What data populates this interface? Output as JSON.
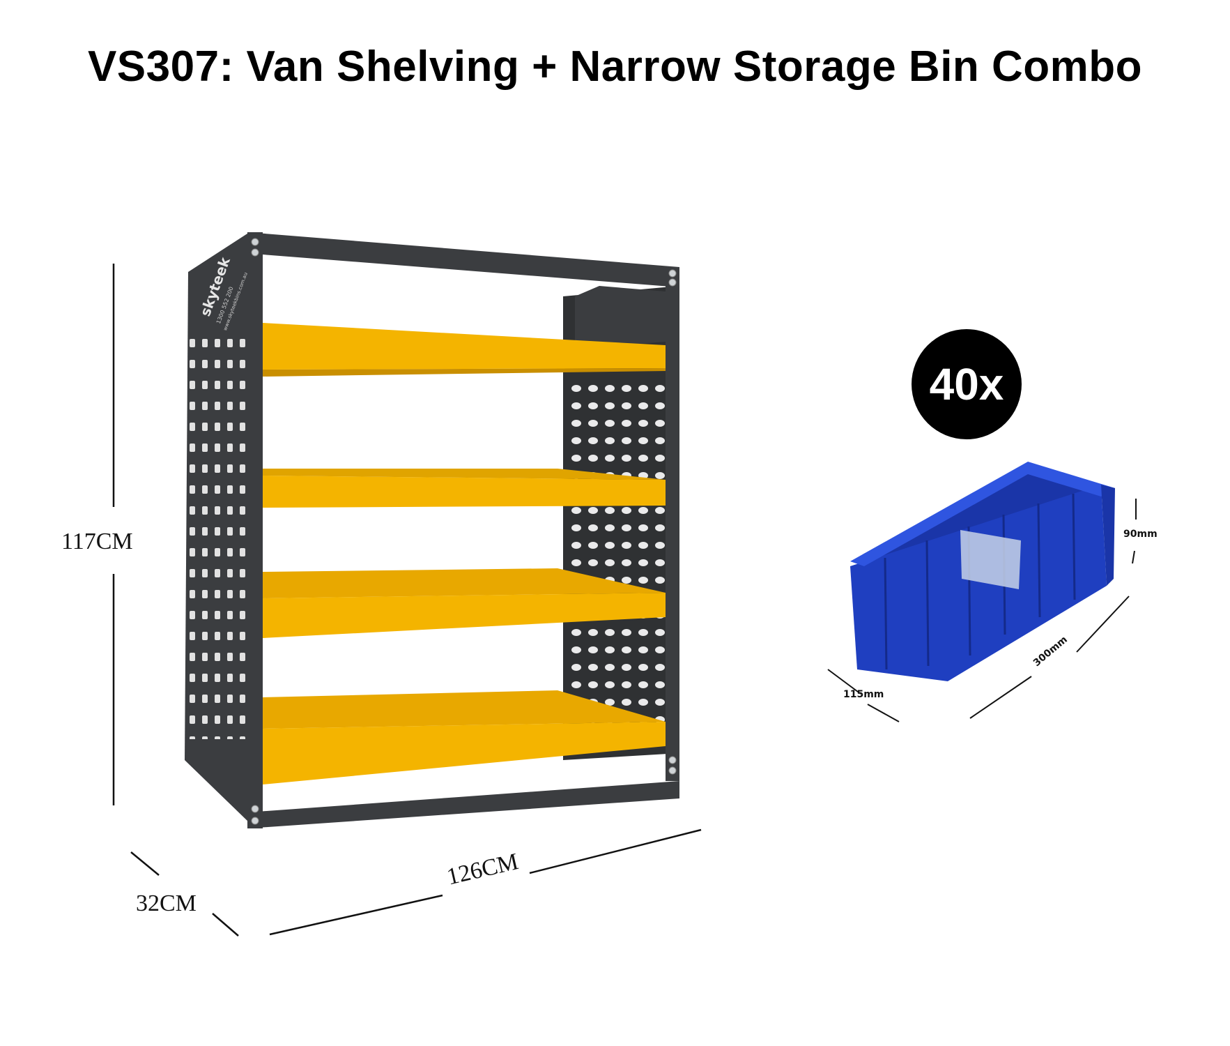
{
  "title": "VS307: Van Shelving + Narrow Storage Bin Combo",
  "shelving": {
    "brand": "skyteek",
    "brand_phone": "1300 552 200",
    "brand_url": "www.skyteekbins.com.au",
    "colors": {
      "frame": "#3b3d40",
      "shelf": "#f4b400",
      "panel": "#2f3133"
    },
    "dimensions": {
      "height": "117CM",
      "depth": "32CM",
      "width": "126CM"
    }
  },
  "bin": {
    "quantity": "40x",
    "color": "#1f3fc0",
    "dimensions": {
      "height": "90mm",
      "length": "300mm",
      "width": "115mm"
    }
  }
}
